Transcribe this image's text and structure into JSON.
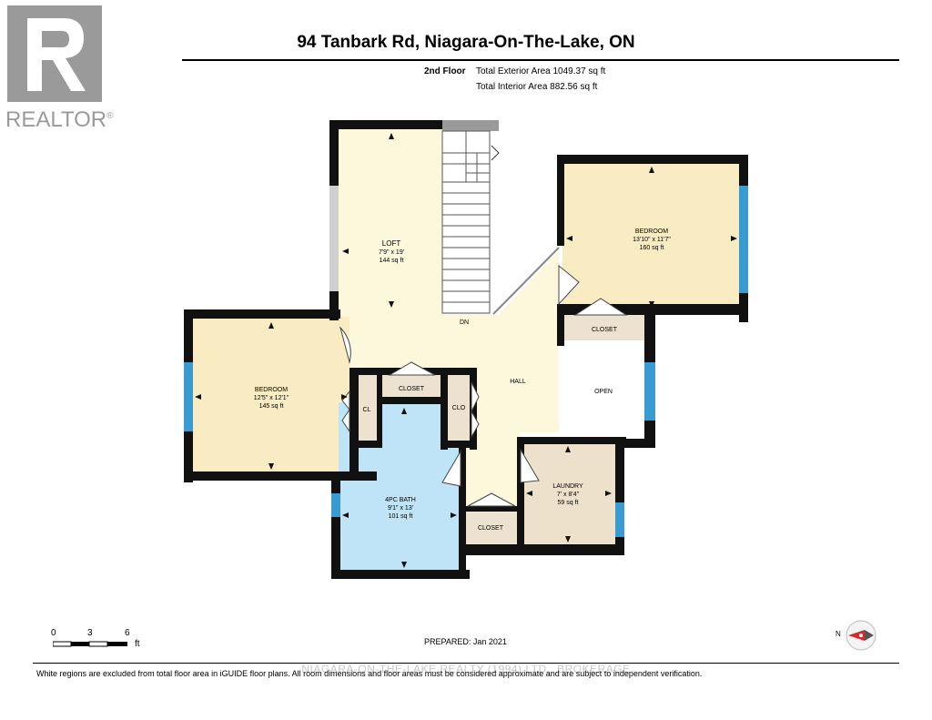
{
  "logo": {
    "text": "REALTOR",
    "mark": "®"
  },
  "header": {
    "title": "94 Tanbark Rd, Niagara-On-The-Lake, ON",
    "floor": "2nd Floor",
    "exterior_area": "Total Exterior Area 1049.37 sq ft",
    "interior_area": "Total Interior Area 882.56 sq ft"
  },
  "rooms": {
    "loft": {
      "name": "LOFT",
      "dims": "7'9\" x 19'",
      "area": "144 sq ft"
    },
    "bedroom_right": {
      "name": "BEDROOM",
      "dims": "13'10\" x 11'7\"",
      "area": "160 sq ft"
    },
    "bedroom_left": {
      "name": "BEDROOM",
      "dims": "12'5\" x 12'1\"",
      "area": "145 sq ft"
    },
    "bath": {
      "name": "4PC BATH",
      "dims": "9'1\" x 13'",
      "area": "101 sq ft"
    },
    "laundry": {
      "name": "LAUNDRY",
      "dims": "7' x 8'4\"",
      "area": "59 sq ft"
    }
  },
  "labels": {
    "dn": "DN",
    "hall": "HALL",
    "open": "OPEN",
    "closet_top": "CLOSET",
    "closet_right": "CLOSET",
    "closet_bottom": "CLOSET",
    "cl": "CL",
    "clo": "CLO"
  },
  "scale": {
    "ticks": [
      "0",
      "3",
      "6"
    ],
    "unit": "ft"
  },
  "prepared": "PREPARED: Jan 2021",
  "watermark": "NIAGARA-ON-THE-LAKE REALTY (1994) LTD., BROKERAGE",
  "disclaimer": "White regions are excluded from total floor area in iGUIDE floor plans. All room dimensions and floor areas must be considered approximate and are subject to independent verification.",
  "compass": {
    "label": "N"
  },
  "colors": {
    "loft_hall": "#fdf7dc",
    "bedroom": "#f9ecc2",
    "bath": "#bfe3f7",
    "laundry": "#ede1cc",
    "closet": "#ece2cf",
    "window": "#3a9bd1",
    "wall": "#111111"
  }
}
